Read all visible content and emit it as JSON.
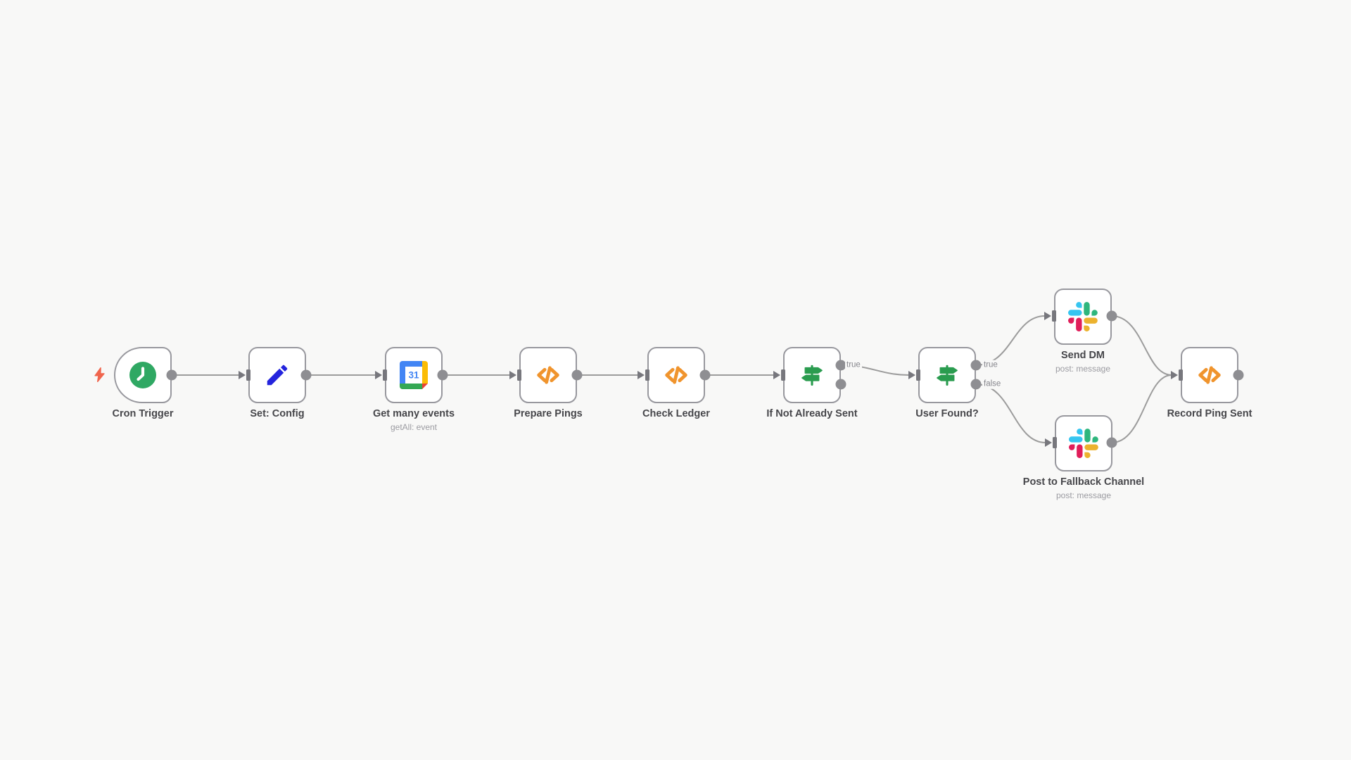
{
  "app": "workflow-editor-canvas",
  "colors": {
    "canvas_bg": "#f8f8f7",
    "node_border": "#98989e",
    "connector_gray": "#9c9c9c",
    "trigger_bolt_orange": "#f0654d",
    "cron_green": "#2fa863",
    "if_green": "#2a9c4f",
    "code_orange": "#f0942d",
    "pencil_blue": "#2424dd",
    "slack": [
      "#36C5F0",
      "#2EB67D",
      "#ECB22E",
      "#E01E5A"
    ],
    "google_calendar": [
      "#4285F4",
      "#FBBC05",
      "#34A853",
      "#EA4335"
    ]
  },
  "nodes": [
    {
      "label": "Cron Trigger",
      "subtitle": "",
      "icon": "clock-icon",
      "kind": "trigger"
    },
    {
      "label": "Set: Config",
      "subtitle": "",
      "icon": "pencil-icon",
      "kind": "action"
    },
    {
      "label": "Get many events",
      "subtitle": "getAll: event",
      "icon": "google-calendar-icon",
      "kind": "action"
    },
    {
      "label": "Prepare Pings",
      "subtitle": "",
      "icon": "code-icon",
      "kind": "action"
    },
    {
      "label": "Check Ledger",
      "subtitle": "",
      "icon": "code-icon",
      "kind": "action"
    },
    {
      "label": "If Not Already Sent",
      "subtitle": "",
      "icon": "signpost-if-icon",
      "kind": "if"
    },
    {
      "label": "User Found?",
      "subtitle": "",
      "icon": "signpost-if-icon",
      "kind": "if"
    },
    {
      "label": "Send DM",
      "subtitle": "post: message",
      "icon": "slack-icon",
      "kind": "action"
    },
    {
      "label": "Post to Fallback Channel",
      "subtitle": "post: message",
      "icon": "slack-icon",
      "kind": "action"
    },
    {
      "label": "Record Ping Sent",
      "subtitle": "",
      "icon": "code-icon",
      "kind": "action"
    }
  ],
  "edge_labels": {
    "if_not_already_sent_true": "true",
    "user_found_true": "true",
    "user_found_false": "false"
  },
  "calendar_icon_text": "31"
}
